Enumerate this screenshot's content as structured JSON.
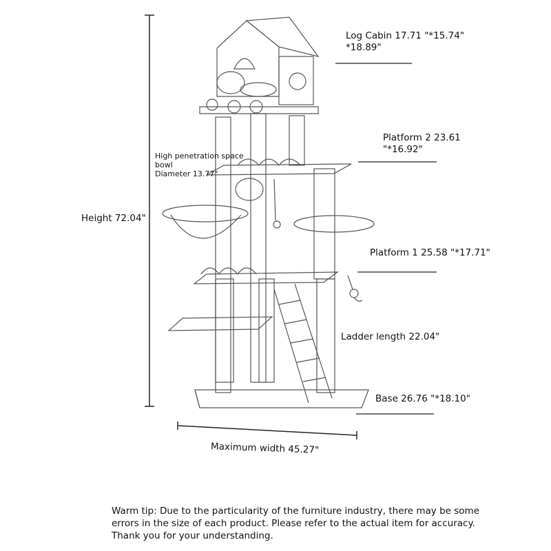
{
  "dimensions": {
    "log_cabin": "Log Cabin 17.71 \"*15.74\"\n*18.89\"",
    "platform_2": "Platform 2 23.61\n\"*16.92\"",
    "bowl": "High penetration space\nbowl\nDiameter 13.77\"",
    "height": "Height 72.04\"",
    "platform_1": "Platform 1 25.58 \"*17.71\"",
    "ladder": "Ladder length 22.04\"",
    "base": "Base 26.76 \"*18.10\"",
    "max_width": "Maximum width 45.27\""
  },
  "warm_tip": {
    "line1": "Warm tip: Due to the particularity of the furniture industry, there may be some",
    "line2": "errors in the size of each product. Please refer to the actual item for accuracy.",
    "line3": "Thank you for your understanding."
  }
}
